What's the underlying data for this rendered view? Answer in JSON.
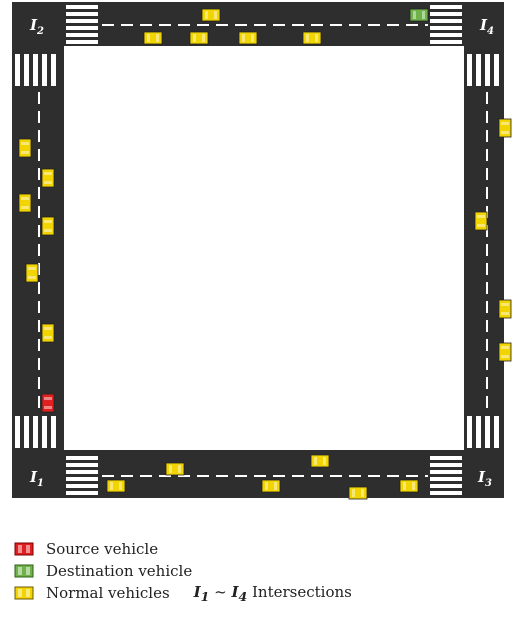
{
  "intersections": {
    "i1": {
      "letter": "I",
      "sub": "1"
    },
    "i2": {
      "letter": "I",
      "sub": "2"
    },
    "i3": {
      "letter": "I",
      "sub": "3"
    },
    "i4": {
      "letter": "I",
      "sub": "4"
    }
  },
  "legend": {
    "source": "Source vehicle",
    "destination": "Destination vehicle",
    "normal": "Normal vehicles",
    "range_from": "I",
    "range_from_sub": "1",
    "range_sep": " ~ ",
    "range_to": "I",
    "range_to_sub": "4",
    "intersections_label": " Intersections"
  },
  "colors": {
    "road": "#2e2e2e",
    "source": "#e02020",
    "destination": "#6fb24a",
    "normal": "#f2d400"
  }
}
